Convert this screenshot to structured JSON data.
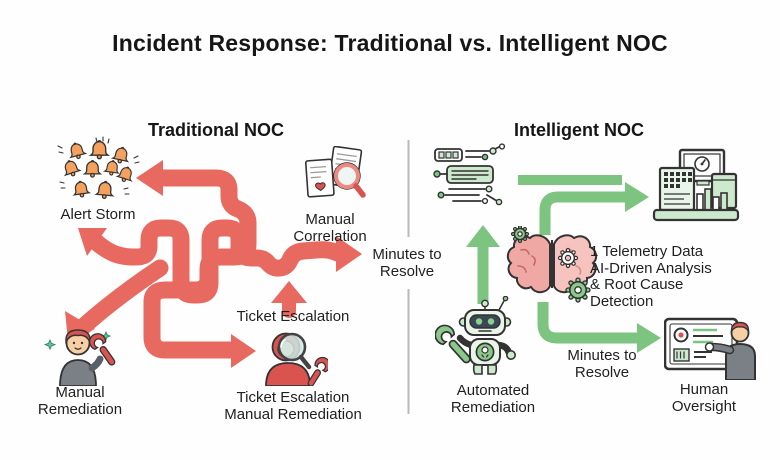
{
  "title": "Incident Response: Traditional vs. Intelligent NOC",
  "traditional": {
    "header": "Traditional NOC",
    "alert_storm": "Alert Storm",
    "manual_correlation": {
      "lines": [
        "Manual",
        "Correlation"
      ]
    },
    "minutes_to_resolve": {
      "lines": [
        "Minutes to",
        "Resolve"
      ]
    },
    "ticket_escalation": "Ticket Escalation",
    "manual_remediation": {
      "lines": [
        "Manual",
        "Remediation"
      ]
    },
    "ticket_escalation_manual_remediation": {
      "lines": [
        "Ticket Escalation",
        "Manual Remediation"
      ]
    }
  },
  "intelligent": {
    "header": "Intelligent NOC",
    "analysis": {
      "lines": [
        "1 Telemetry Data",
        "AI-Driven Analysis",
        "& Root Cause",
        "Detection"
      ]
    },
    "automated_remediation": {
      "lines": [
        "Automated",
        "Remediation"
      ]
    },
    "minutes_to_resolve": {
      "lines": [
        "Minutes to",
        "Resolve"
      ]
    },
    "human_oversight": {
      "lines": [
        "Human",
        "Oversight"
      ]
    }
  },
  "colors": {
    "flow_red": "#e8695f",
    "flow_green": "#7cc47f",
    "bell_orange": "#f5a15e",
    "divider_gray": "#b9b9b9",
    "text_dark": "#1f1f1f"
  }
}
